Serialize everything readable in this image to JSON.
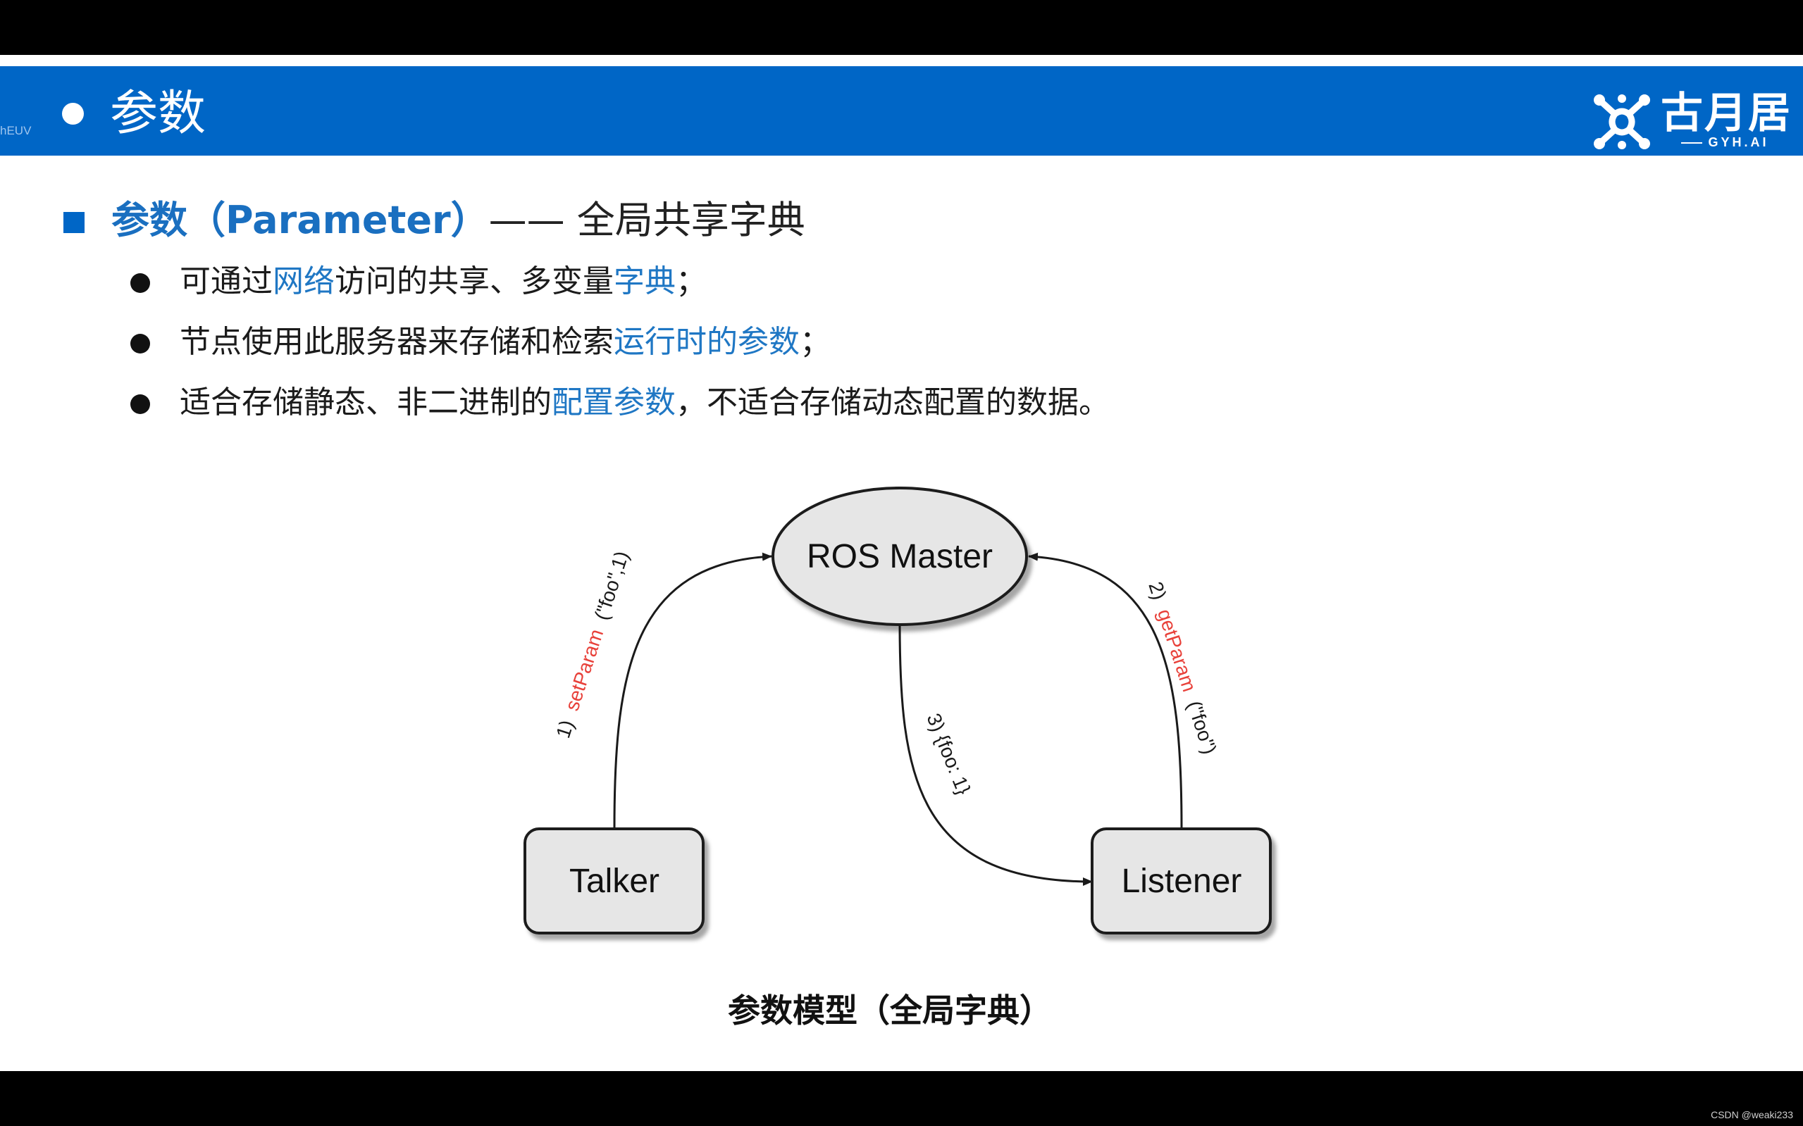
{
  "header": {
    "clip_text": "hEUV",
    "title": "参数",
    "logo_text": "古月居",
    "logo_sub": "GYH.AI"
  },
  "section": {
    "title_highlight": "参数（Parameter）",
    "title_rest": "—— 全局共享字典"
  },
  "bullets": [
    {
      "before": "可通过",
      "hl1": "网络",
      "mid": "访问的共享、多变量",
      "hl2": "字典",
      "after": "；"
    },
    {
      "before": "节点使用此服务器来存储和检索",
      "hl1": "运行时的参数",
      "after": "；"
    },
    {
      "before": "适合存储静态、非二进制的",
      "hl1": "配置参数",
      "after": "，不适合存储动态配置的数据。"
    }
  ],
  "diagram": {
    "master_label": "ROS Master",
    "talker_label": "Talker",
    "listener_label": "Listener",
    "edge1_prefix": "1)",
    "edge1_call": "setParam",
    "edge1_args": "(\"foo\",1)",
    "edge2_prefix": "2)",
    "edge2_call": "getParam",
    "edge2_args": "(\"foo\")",
    "edge3_label": "3) {foo: 1}",
    "colors": {
      "call": "#e8413a",
      "node_fill": "#e6e6e6",
      "stroke": "#1a1a1a"
    }
  },
  "caption": "参数模型（全局字典）",
  "watermark": "CSDN @weaki233"
}
